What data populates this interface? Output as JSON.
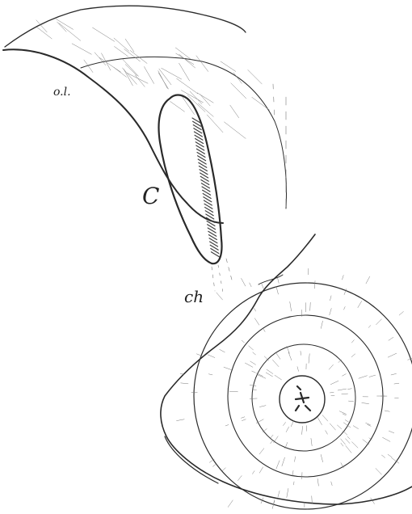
{
  "labels": {
    "outer_layer": "o.l.",
    "cyst": "C",
    "channel": "ch"
  },
  "colors": {
    "ink": "#2a2a2a",
    "hatch": "#7a7a7a",
    "cyst_shade": "#3a3a3a",
    "paper": "#ffffff"
  }
}
